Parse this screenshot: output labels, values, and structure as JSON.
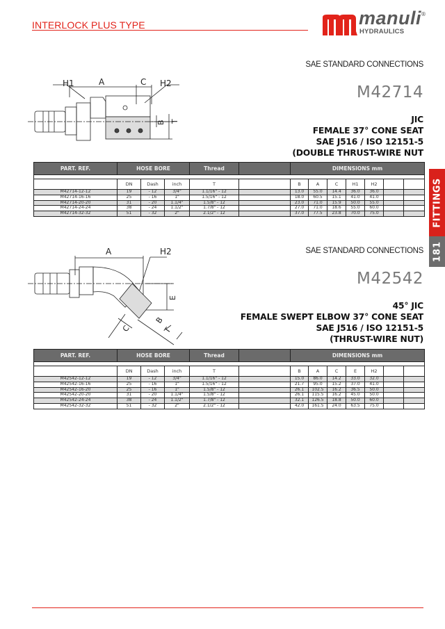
{
  "header": {
    "title": "INTERLOCK PLUS TYPE",
    "brand": {
      "name": "manuli",
      "sub": "HYDRAULICS",
      "reg": "®",
      "color": "#e2231a"
    }
  },
  "side_tab": {
    "section": "FITTINGS",
    "page": "181",
    "section_color": "#d9211b",
    "page_color": "#6d6d6d"
  },
  "products": [
    {
      "category": "SAE STANDARD CONNECTIONS",
      "code": "M42714",
      "description": [
        "JIC",
        "FEMALE 37° CONE SEAT",
        "SAE J516 / ISO 12151-5",
        "(DOUBLE THRUST-WIRE NUT"
      ],
      "drawing_labels": {
        "h1": "H1",
        "a": "A",
        "c": "C",
        "h2": "H2",
        "b": "B",
        "t": "T"
      },
      "table": {
        "group_headers": {
          "part_ref": "PART. REF.",
          "hose_bore": "HOSE BORE",
          "thread": "Thread",
          "dimensions": "DIMENSIONS mm"
        },
        "sub_headers": {
          "dn": "DN",
          "dash": "Dash",
          "inch": "inch",
          "t": "T",
          "d1": "B",
          "d2": "A",
          "d3": "C",
          "d4": "H1",
          "d5": "H2"
        },
        "rows": [
          {
            "part": "M42714-12-12",
            "dn": "19",
            "dash": "- 12",
            "inch": "3/4\"",
            "t": "1.1/16\" - 12",
            "d1": "13.0",
            "d2": "55.0",
            "d3": "14.4",
            "d4": "36.0",
            "d5": "36.0"
          },
          {
            "part": "M42714-16-16",
            "dn": "25",
            "dash": "- 16",
            "inch": "1\"",
            "t": "1.5/16\" - 12",
            "d1": "18.0",
            "d2": "60.5",
            "d3": "15.1",
            "d4": "41.0",
            "d5": "41.0"
          },
          {
            "part": "M42714-20-20",
            "dn": "31",
            "dash": "- 20",
            "inch": "1.1/4\"",
            "t": "1.5/8\" - 12",
            "d1": "23.0",
            "d2": "71.0",
            "d3": "15.9",
            "d4": "50.0",
            "d5": "55.0"
          },
          {
            "part": "M42714-24-24",
            "dn": "38",
            "dash": "- 24",
            "inch": "1.1/2\"",
            "t": "1.7/8\" - 12",
            "d1": "27.0",
            "d2": "71.0",
            "d3": "18.6",
            "d4": "55.0",
            "d5": "60.0"
          },
          {
            "part": "M42714-32-32",
            "dn": "51",
            "dash": "- 32",
            "inch": "2\"",
            "t": "2.1/2\" - 12",
            "d1": "37.0",
            "d2": "77.5",
            "d3": "23.8",
            "d4": "70.0",
            "d5": "75.0"
          }
        ]
      }
    },
    {
      "category": "SAE STANDARD CONNECTIONS",
      "code": "M42542",
      "description": [
        "45° JIC",
        "FEMALE SWEPT ELBOW 37° CONE SEAT",
        "SAE J516 / ISO 12151-5",
        "(THRUST-WIRE NUT)"
      ],
      "drawing_labels": {
        "a": "A",
        "h2": "H2",
        "e": "E",
        "c": "C",
        "b": "B",
        "t": "T"
      },
      "table": {
        "group_headers": {
          "part_ref": "PART. REF.",
          "hose_bore": "HOSE BORE",
          "thread": "Thread",
          "dimensions": "DIMENSIONS mm"
        },
        "sub_headers": {
          "dn": "DN",
          "dash": "Dash",
          "inch": "inch",
          "t": "T",
          "d1": "B",
          "d2": "A",
          "d3": "C",
          "d4": "E",
          "d5": "H2"
        },
        "rows": [
          {
            "part": "M42542-12-12",
            "dn": "19",
            "dash": "- 12",
            "inch": "3/4\"",
            "t": "1.1/16\" - 12",
            "d1": "15.0",
            "d2": "86.0",
            "d3": "14.2",
            "d4": "33.0",
            "d5": "32.0"
          },
          {
            "part": "M42542-16-16",
            "dn": "25",
            "dash": "- 16",
            "inch": "1\"",
            "t": "1.5/16\" - 12",
            "d1": "21.7",
            "d2": "95.0",
            "d3": "15.2",
            "d4": "37.0",
            "d5": "41.0"
          },
          {
            "part": "M42542-16-20",
            "dn": "25",
            "dash": "- 16",
            "inch": "1\"",
            "t": "1.5/8\" - 12",
            "d1": "26.1",
            "d2": "102.5",
            "d3": "16.2",
            "d4": "36.5",
            "d5": "50.0"
          },
          {
            "part": "M42542-20-20",
            "dn": "31",
            "dash": "- 20",
            "inch": "1.1/4\"",
            "t": "1.5/8\" - 12",
            "d1": "26.1",
            "d2": "115.5",
            "d3": "16.2",
            "d4": "45.0",
            "d5": "50.0"
          },
          {
            "part": "M42542-24-24",
            "dn": "38",
            "dash": "- 24",
            "inch": "1.1/2\"",
            "t": "1.7/8\" - 12",
            "d1": "32.1",
            "d2": "126.5",
            "d3": "18.8",
            "d4": "50.0",
            "d5": "60.0"
          },
          {
            "part": "M42542-32-32",
            "dn": "51",
            "dash": "- 32",
            "inch": "2\"",
            "t": "2.1/2\" - 12",
            "d1": "42.0",
            "d2": "161.5",
            "d3": "24.0",
            "d4": "63.5",
            "d5": "75.0"
          }
        ]
      }
    }
  ]
}
